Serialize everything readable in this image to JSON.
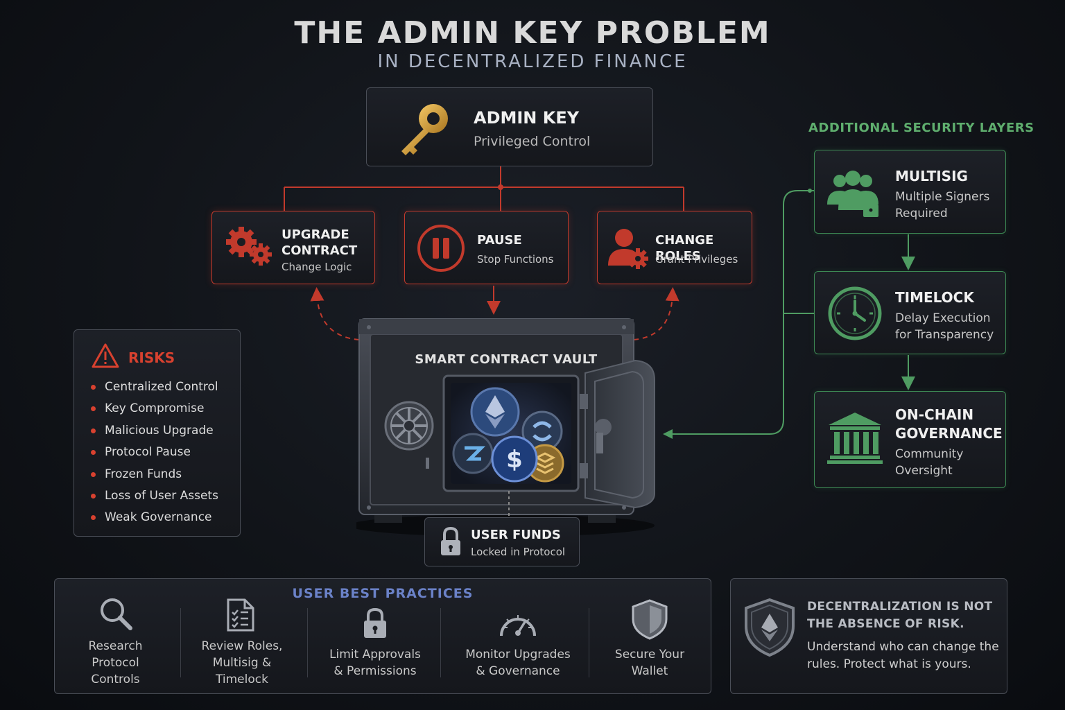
{
  "title": "THE ADMIN KEY PROBLEM",
  "subtitle": "IN DECENTRALIZED FINANCE",
  "admin_key": {
    "title": "ADMIN KEY",
    "subtitle": "Privileged Control",
    "icon": "key-icon"
  },
  "powers": [
    {
      "title_line1": "UPGRADE",
      "title_line2": "CONTRACT",
      "subtitle": "Change Logic",
      "icon": "gears-icon"
    },
    {
      "title": "PAUSE",
      "subtitle": "Stop Functions",
      "icon": "pause-icon"
    },
    {
      "title": "CHANGE ROLES",
      "subtitle": "Grant Privileges",
      "icon": "user-gear-icon"
    }
  ],
  "vault": {
    "label": "SMART CONTRACT VAULT",
    "icon": "vault-icon"
  },
  "user_funds": {
    "title": "USER FUNDS",
    "subtitle": "Locked in Protocol",
    "icon": "padlock-icon"
  },
  "risks": {
    "heading": "RISKS",
    "icon": "warning-icon",
    "items": [
      "Centralized Control",
      "Key Compromise",
      "Malicious Upgrade",
      "Protocol Pause",
      "Frozen Funds",
      "Loss of User Assets",
      "Weak Governance"
    ]
  },
  "security_layers": {
    "heading": "ADDITIONAL SECURITY LAYERS",
    "items": [
      {
        "title": "MULTISIG",
        "subtitle_line1": "Multiple Signers",
        "subtitle_line2": "Required",
        "icon": "group-lock-icon"
      },
      {
        "title": "TIMELOCK",
        "subtitle_line1": "Delay Execution",
        "subtitle_line2": "for Transparency",
        "icon": "clock-icon"
      },
      {
        "title_line1": "ON-CHAIN",
        "title_line2": "GOVERNANCE",
        "subtitle_line1": "Community",
        "subtitle_line2": "Oversight",
        "icon": "bank-icon"
      }
    ]
  },
  "best_practices": {
    "heading": "USER BEST PRACTICES",
    "items": [
      {
        "lines": [
          "Research",
          "Protocol",
          "Controls"
        ],
        "icon": "magnifier-icon"
      },
      {
        "lines": [
          "Review Roles,",
          "Multisig &",
          "Timelock"
        ],
        "icon": "checklist-icon"
      },
      {
        "lines": [
          "Limit Approvals",
          "& Permissions"
        ],
        "icon": "lock-icon"
      },
      {
        "lines": [
          "Monitor Upgrades",
          "& Governance"
        ],
        "icon": "gauge-icon"
      },
      {
        "lines": [
          "Secure Your",
          "Wallet"
        ],
        "icon": "shield-icon"
      }
    ]
  },
  "closing": {
    "title_line1": "DECENTRALIZATION IS NOT",
    "title_line2": "THE ABSENCE OF RISK.",
    "body_line1": "Understand who can change the",
    "body_line2": "rules. Protect what is yours.",
    "icon": "ethereum-shield-icon"
  },
  "colors": {
    "risk": "#d8412f",
    "security": "#3d8a54",
    "practices": "#6b82c8"
  }
}
